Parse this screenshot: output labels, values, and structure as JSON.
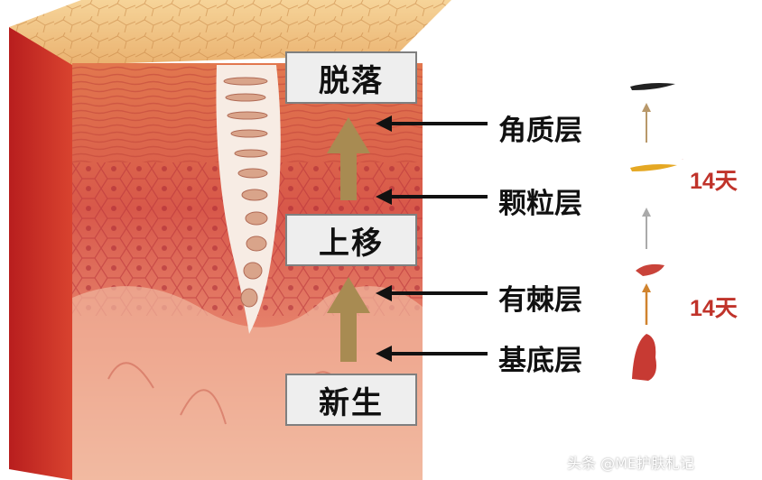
{
  "stages": [
    "脱落",
    "上移",
    "新生"
  ],
  "layers": [
    "角质层",
    "颗粒层",
    "有棘层",
    "基底层"
  ],
  "durations": [
    "14天",
    "14天"
  ],
  "watermark": "头条 @ME护肤札记",
  "colors": {
    "accent": "#c0332a",
    "arrow": "#111111",
    "tan_arrow": "#a88b52"
  }
}
